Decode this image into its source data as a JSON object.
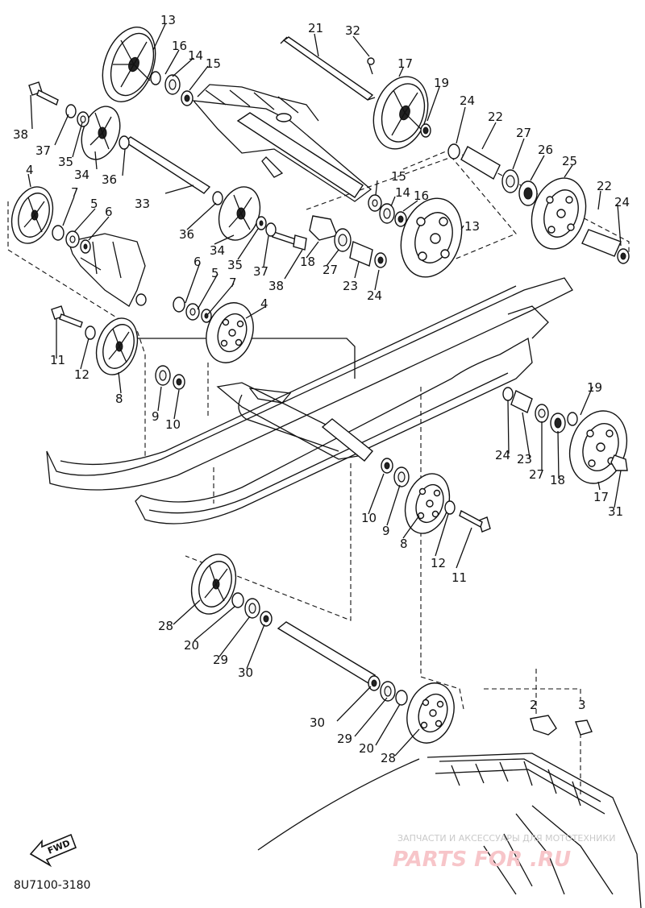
{
  "diagram_code": "8U7100-3180",
  "fwd_label": "FWD",
  "watermark": {
    "tagline": "ЗАПЧАСТИ И АКСЕССУАРЫ ДЛЯ МОТОТЕХНИКИ",
    "brand": "PARTS FOR .RU"
  },
  "callouts": [
    "13",
    "16",
    "14",
    "15",
    "21",
    "32",
    "17",
    "19",
    "38",
    "37",
    "35",
    "34",
    "36",
    "24",
    "22",
    "27",
    "26",
    "25",
    "4",
    "7",
    "5",
    "6",
    "33",
    "15",
    "14",
    "16",
    "13",
    "22",
    "24",
    "36",
    "34",
    "18",
    "27",
    "23",
    "24",
    "35",
    "37",
    "38",
    "6",
    "5",
    "7",
    "4",
    "11",
    "12",
    "8",
    "9",
    "10",
    "19",
    "24",
    "23",
    "27",
    "18",
    "17",
    "31",
    "10",
    "9",
    "8",
    "12",
    "11",
    "28",
    "20",
    "29",
    "30",
    "30",
    "29",
    "20",
    "28",
    "2",
    "3"
  ]
}
